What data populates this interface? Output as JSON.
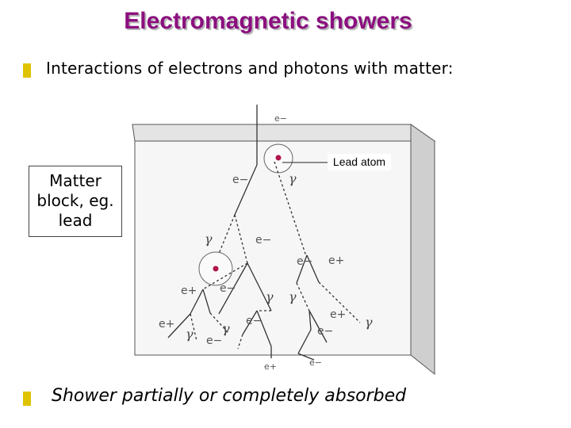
{
  "title": "Electromagnetic showers",
  "bullet1": "Interactions of electrons and photons with matter:",
  "bullet2": "Shower partially or completely absorbed",
  "matter_label": "Matter block, eg. lead",
  "lead_atom_label": "Lead atom",
  "particles": {
    "incoming": "e−",
    "e1": "e−",
    "g1": "γ",
    "g2": "γ",
    "e2": "e−",
    "e3": "e−",
    "p1": "e+",
    "p2": "e+",
    "e4": "e−",
    "g3": "γ",
    "g4": "γ",
    "p3": "e+",
    "g5": "γ",
    "g6": "γ",
    "e5": "e−",
    "e6": "e−",
    "p4": "e+",
    "g7": "γ",
    "e7": "e−",
    "p5": "e+",
    "e8": "e−"
  }
}
